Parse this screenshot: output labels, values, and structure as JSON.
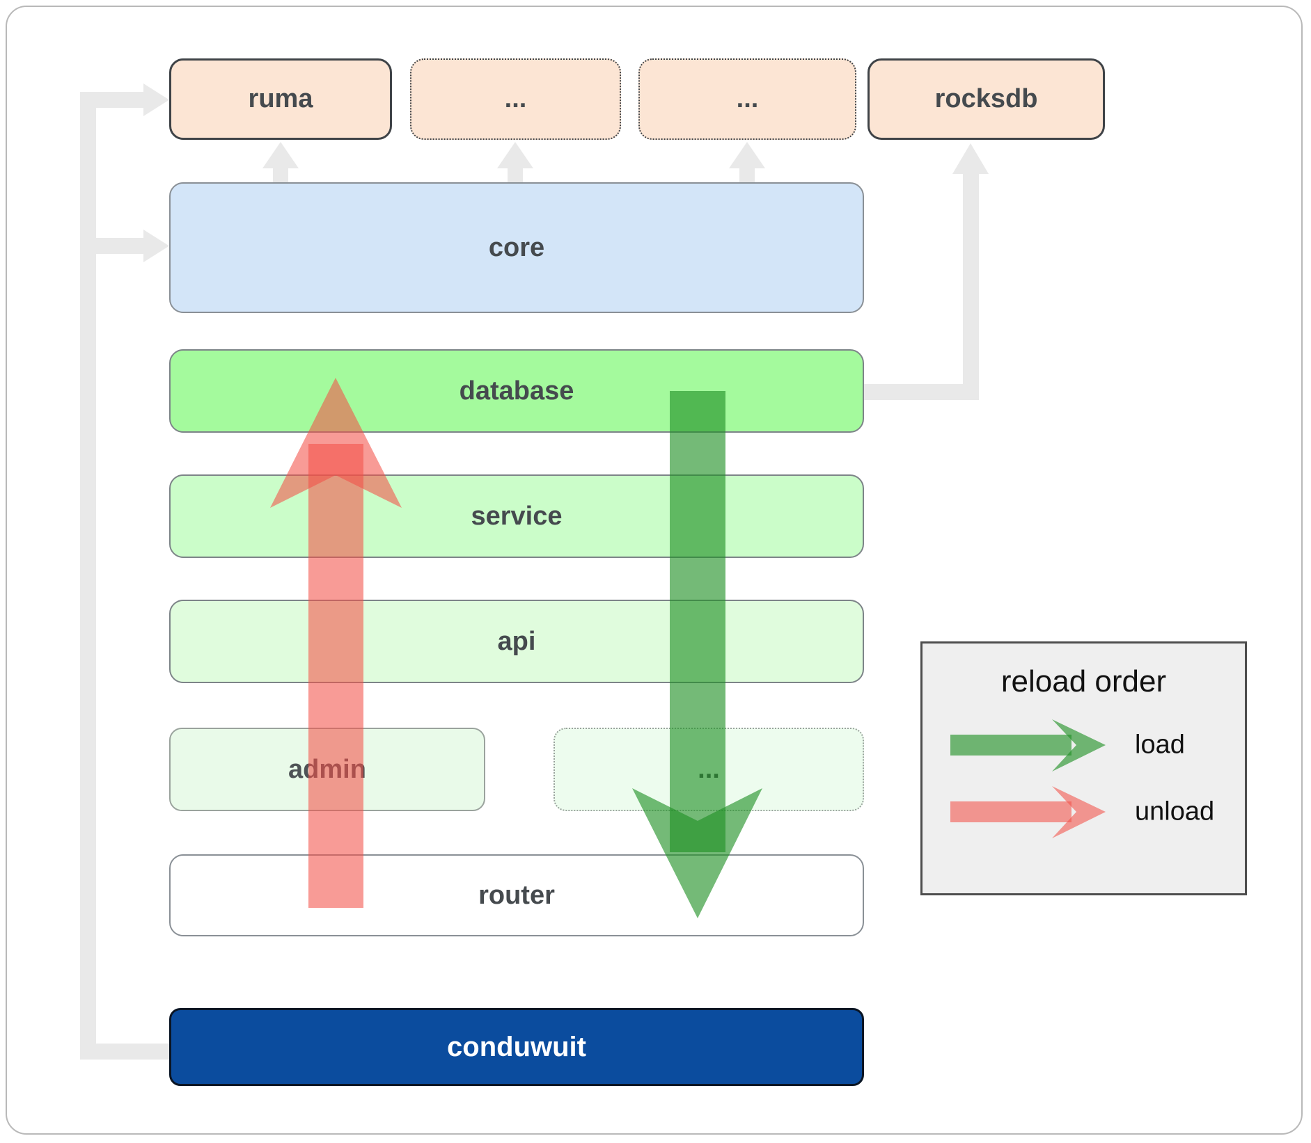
{
  "diagram": {
    "boxes": {
      "ruma": {
        "label": "ruma"
      },
      "dep_other_1": {
        "label": "..."
      },
      "dep_other_2": {
        "label": "..."
      },
      "rocksdb": {
        "label": "rocksdb"
      },
      "core": {
        "label": "core"
      },
      "database": {
        "label": "database"
      },
      "service": {
        "label": "service"
      },
      "api": {
        "label": "api"
      },
      "admin": {
        "label": "admin"
      },
      "service_other": {
        "label": "..."
      },
      "router": {
        "label": "router"
      },
      "conduwuit": {
        "label": "conduwuit"
      }
    },
    "legend": {
      "title": "reload order",
      "items": [
        {
          "label": "load",
          "color": "#1f8f24"
        },
        {
          "label": "unload",
          "color": "#f25048"
        }
      ]
    },
    "colors": {
      "dependency_fill": "#fce5d4",
      "core_fill": "#d3e5f8",
      "database_fill": "#a4fa9d",
      "service_fill": "#cbfdc9",
      "api_fill": "#e0fcdd",
      "admin_fill": "#e9fae9",
      "router_fill": "#ffffff",
      "conduwuit_fill": "#0b4c9e",
      "load_arrow": "#1f8f24",
      "unload_arrow": "#f25048",
      "connector_gray": "#e9e9e9"
    }
  }
}
